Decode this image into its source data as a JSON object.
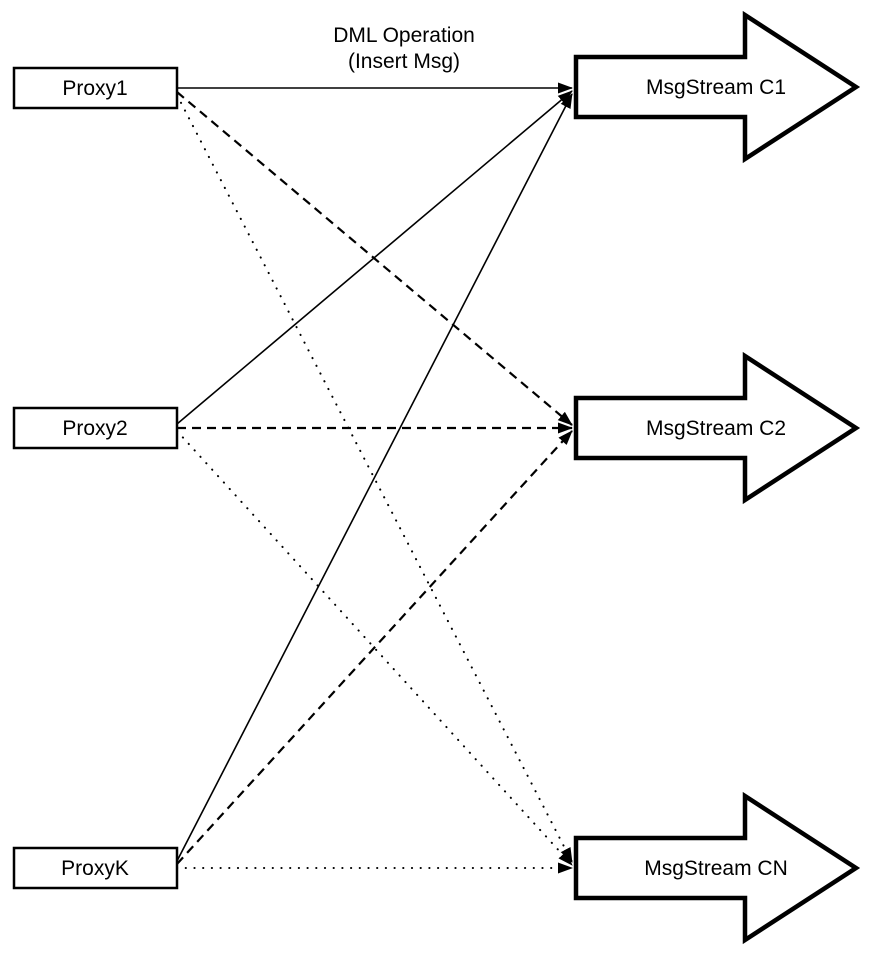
{
  "diagram": {
    "title_label": {
      "line1": "DML Operation",
      "line2": "(Insert Msg)"
    },
    "colors": {
      "stroke": "#000000",
      "fill": "#ffffff"
    },
    "proxies": [
      {
        "id": "proxy1",
        "label": "Proxy1"
      },
      {
        "id": "proxy2",
        "label": "Proxy2"
      },
      {
        "id": "proxyk",
        "label": "ProxyK"
      }
    ],
    "streams": [
      {
        "id": "c1",
        "label": "MsgStream C1"
      },
      {
        "id": "c2",
        "label": "MsgStream C2"
      },
      {
        "id": "cn",
        "label": "MsgStream CN"
      }
    ],
    "edges": [
      {
        "from": "proxy1",
        "to": "c1",
        "style": "solid"
      },
      {
        "from": "proxy2",
        "to": "c1",
        "style": "solid"
      },
      {
        "from": "proxyk",
        "to": "c1",
        "style": "solid"
      },
      {
        "from": "proxy1",
        "to": "c2",
        "style": "dashed"
      },
      {
        "from": "proxy2",
        "to": "c2",
        "style": "dashed"
      },
      {
        "from": "proxyk",
        "to": "c2",
        "style": "dashed"
      },
      {
        "from": "proxy1",
        "to": "cn",
        "style": "dotted"
      },
      {
        "from": "proxy2",
        "to": "cn",
        "style": "dotted"
      },
      {
        "from": "proxyk",
        "to": "cn",
        "style": "dotted"
      }
    ]
  }
}
